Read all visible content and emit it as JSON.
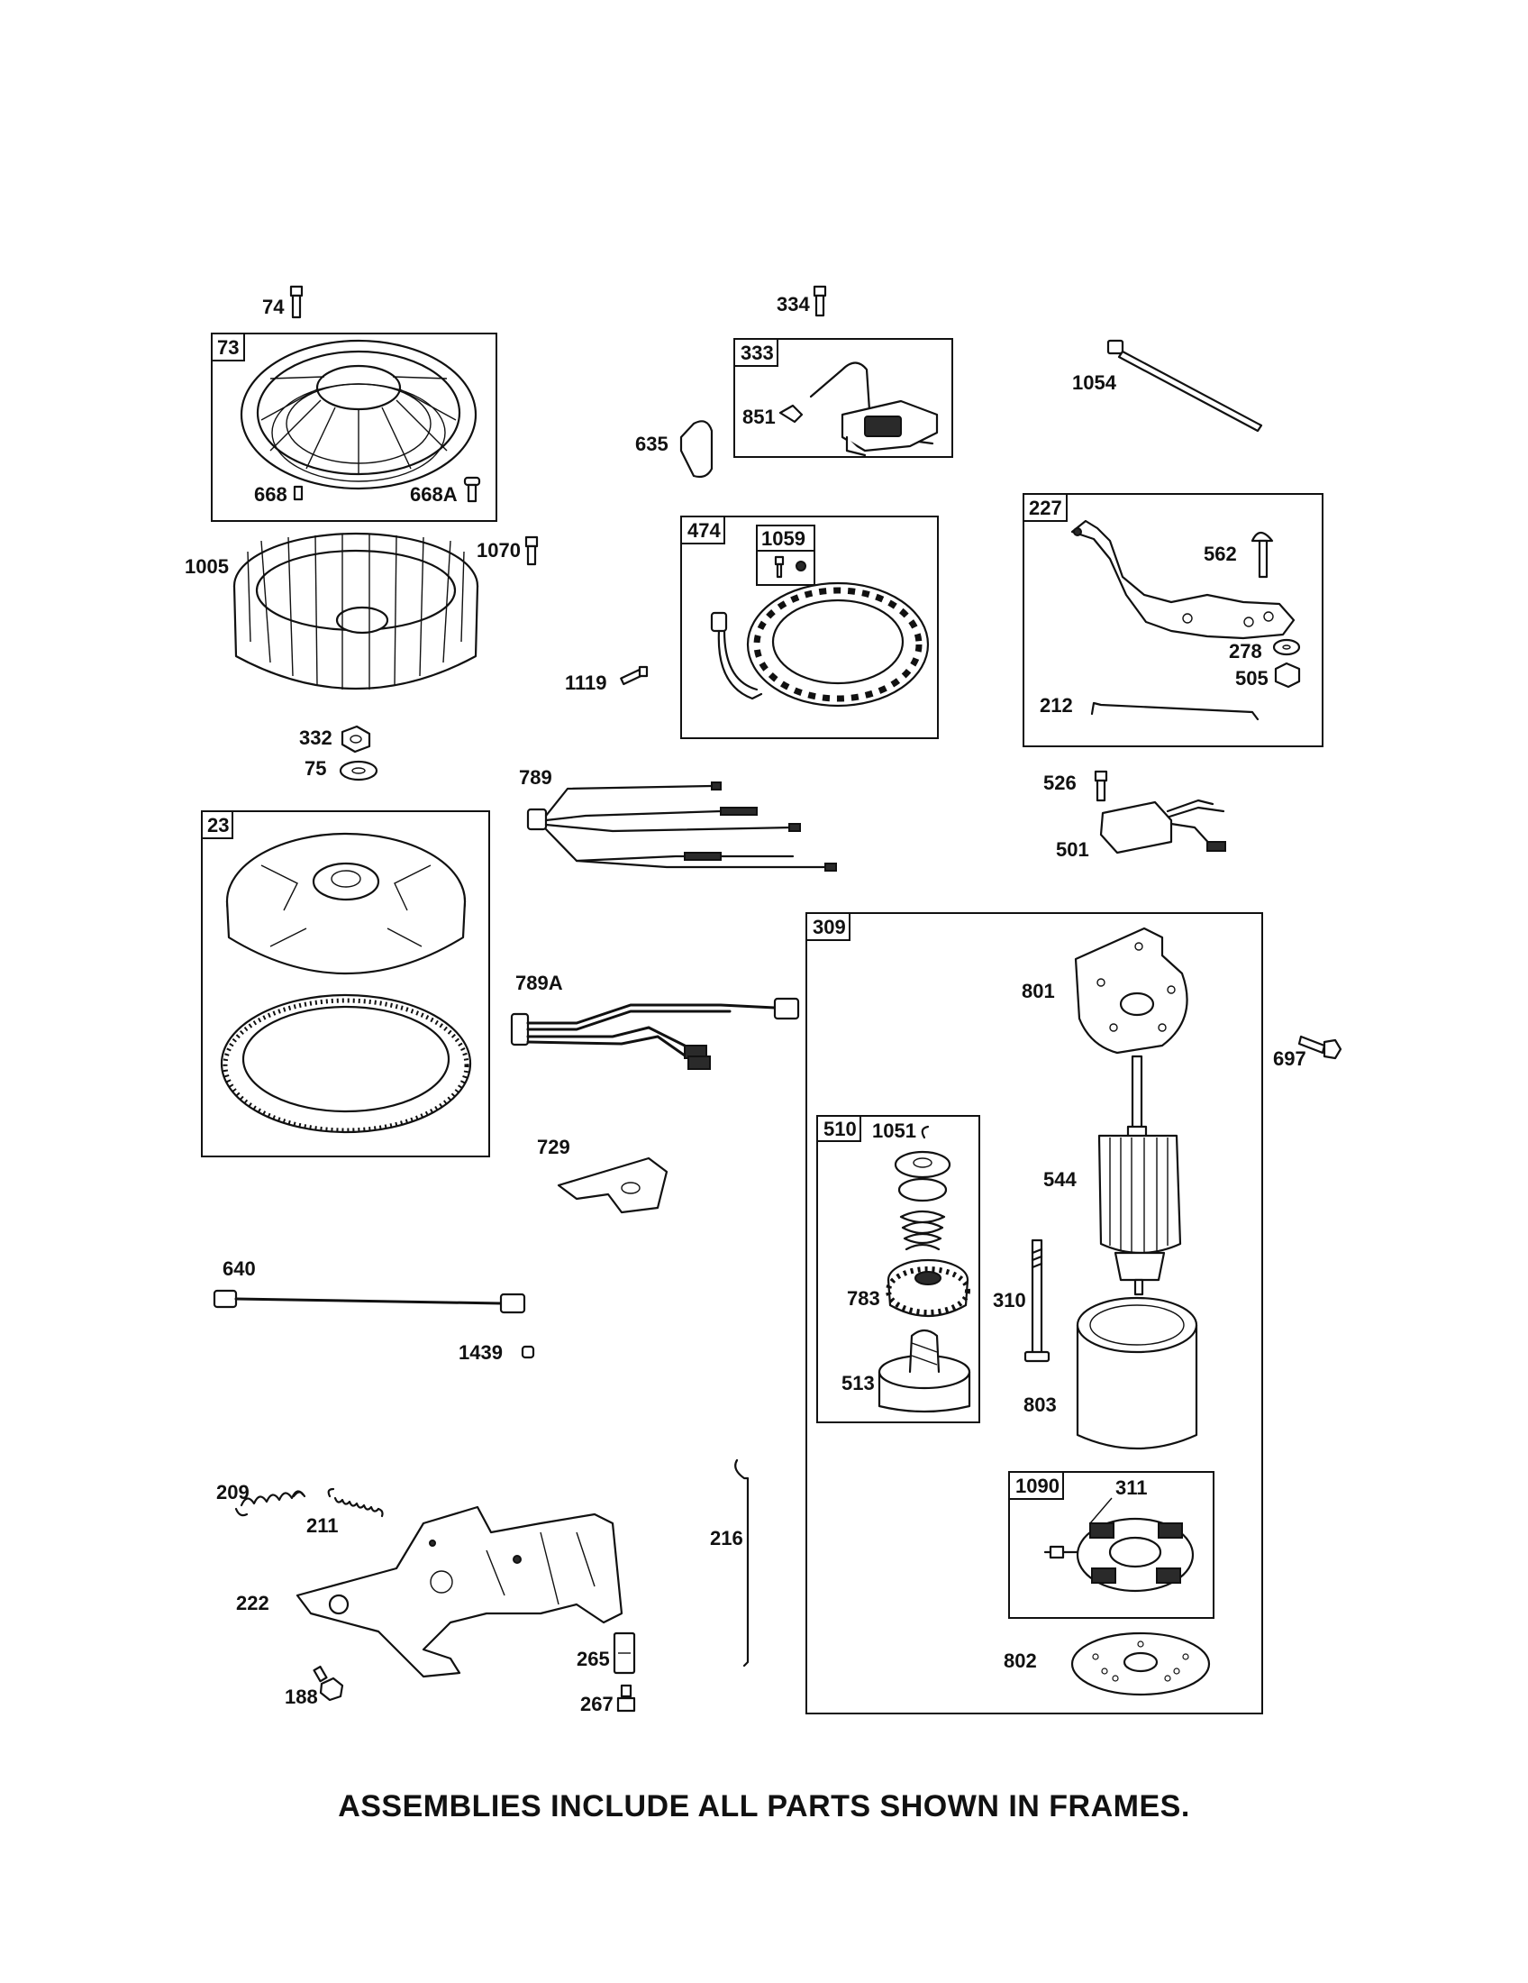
{
  "footer": "ASSEMBLIES INCLUDE ALL PARTS SHOWN IN FRAMES.",
  "frames": {
    "f73": "73",
    "f474": "474",
    "f1059": "1059",
    "f333": "333",
    "f227": "227",
    "f23": "23",
    "f309": "309",
    "f510": "510",
    "f1090": "1090"
  },
  "labels": {
    "l74": "74",
    "l668": "668",
    "l668A": "668A",
    "l1005": "1005",
    "l1070": "1070",
    "l332": "332",
    "l75": "75",
    "l334": "334",
    "l851": "851",
    "l635": "635",
    "l1119": "1119",
    "l1054": "1054",
    "l562": "562",
    "l278": "278",
    "l505": "505",
    "l212": "212",
    "l789": "789",
    "l526": "526",
    "l501": "501",
    "l789A": "789A",
    "l729": "729",
    "l640": "640",
    "l1439": "1439",
    "l209": "209",
    "l211": "211",
    "l222": "222",
    "l188": "188",
    "l265": "265",
    "l267": "267",
    "l216": "216",
    "l801": "801",
    "l697": "697",
    "l1051": "1051",
    "l544": "544",
    "l783": "783",
    "l310": "310",
    "l513": "513",
    "l803": "803",
    "l311": "311",
    "l802": "802"
  }
}
